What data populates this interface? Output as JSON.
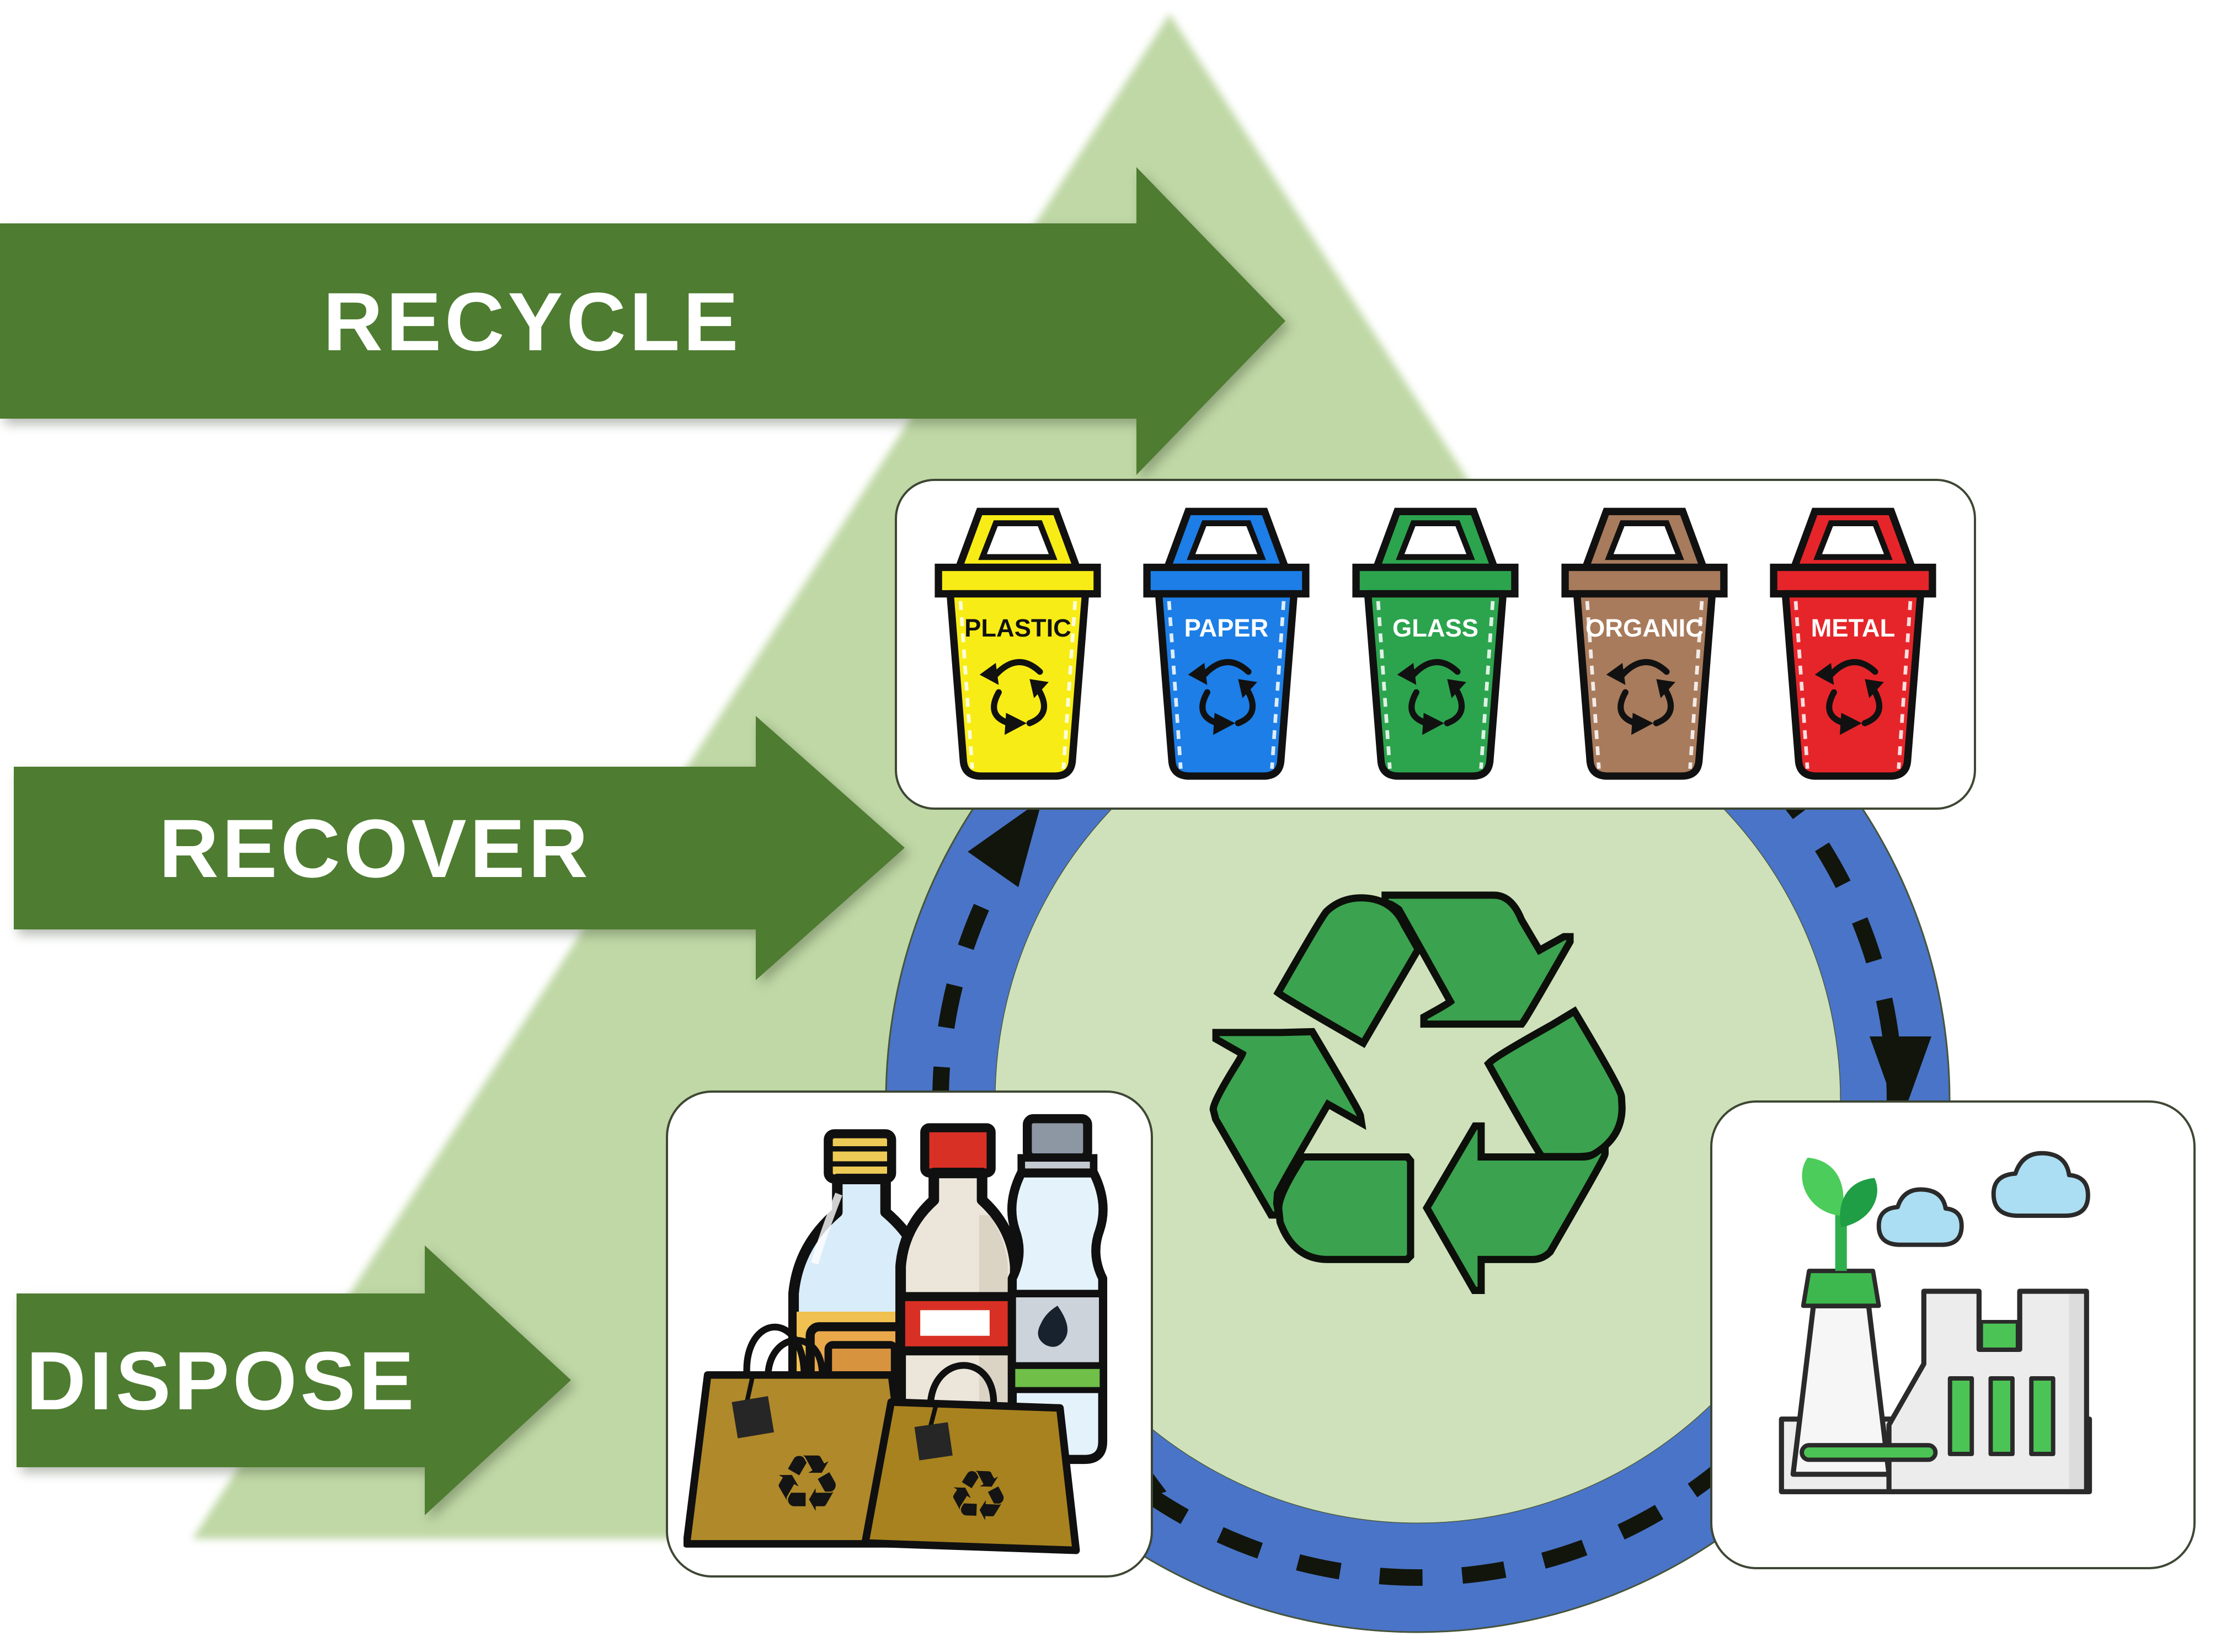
{
  "diagram": {
    "title": "Recycling cycle diagram",
    "background_color": "#ffffff",
    "triangle_color": "#bfd8a5",
    "ring_color": "#4a74c8",
    "inner_circle_color": "#cfe1bb",
    "arrow_band_color": "#4e7c31",
    "arrows": {
      "recycle": {
        "label": "RECYCLE"
      },
      "recover": {
        "label": "RECOVER"
      },
      "dispose": {
        "label": "DISPOSE"
      }
    },
    "bins": [
      {
        "label": "PLASTIC",
        "color": "#f8ec16",
        "label_color": "#111111"
      },
      {
        "label": "PAPER",
        "color": "#1c7ee6",
        "label_color": "#ffffff"
      },
      {
        "label": "GLASS",
        "color": "#2ca44e",
        "label_color": "#ffffff"
      },
      {
        "label": "ORGANIC",
        "color": "#a87b5c",
        "label_color": "#ffffff"
      },
      {
        "label": "METAL",
        "color": "#e6252a",
        "label_color": "#ffffff"
      }
    ],
    "icons": {
      "recycle_symbol": "♻"
    },
    "nodes": {
      "bins_station": "sorted recycling bins",
      "products": "packaged goods and recyclable bags",
      "factory": "green recycling factory"
    }
  }
}
